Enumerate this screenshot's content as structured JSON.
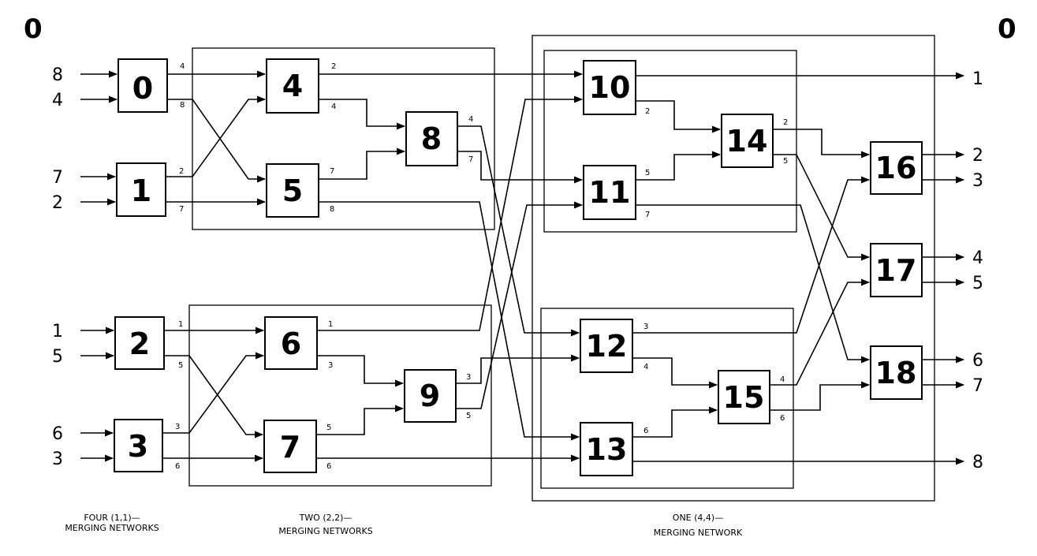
{
  "corner_labels": {
    "left": "0",
    "right": "0"
  },
  "nodes": [
    "0",
    "1",
    "2",
    "3",
    "4",
    "5",
    "6",
    "7",
    "8",
    "9",
    "10",
    "11",
    "12",
    "13",
    "14",
    "15",
    "16",
    "17",
    "18"
  ],
  "inputs": [
    "8",
    "4",
    "7",
    "2",
    "1",
    "5",
    "6",
    "3"
  ],
  "outputs": [
    "1",
    "2",
    "3",
    "4",
    "5",
    "6",
    "7",
    "8"
  ],
  "wire_values": {
    "s1_0": [
      "4",
      "8"
    ],
    "s1_1": [
      "2",
      "7"
    ],
    "s1_2": [
      "1",
      "5"
    ],
    "s1_3": [
      "3",
      "6"
    ],
    "s2_4": [
      "2",
      "4"
    ],
    "s2_5": [
      "7",
      "8"
    ],
    "s2_6": [
      "1",
      "3"
    ],
    "s2_7": [
      "5",
      "6"
    ],
    "s3_8": [
      "4",
      "7"
    ],
    "s3_9": [
      "3",
      "5"
    ],
    "s4_10": [
      "2"
    ],
    "s4_11": [
      "5",
      "7"
    ],
    "s4_12": [
      "3",
      "4"
    ],
    "s4_13": [
      "6"
    ],
    "s5_14": [
      "2",
      "5"
    ],
    "s5_15": [
      "4",
      "6"
    ]
  },
  "captions": {
    "four_1": "FOUR (1,1)—",
    "four_2": "MERGING NETWORKS",
    "two_1": "TWO (2,2)—",
    "two_2": "MERGING NETWORKS",
    "one_1": "ONE (4,4)—",
    "one_2": "MERGING NETWORK"
  }
}
